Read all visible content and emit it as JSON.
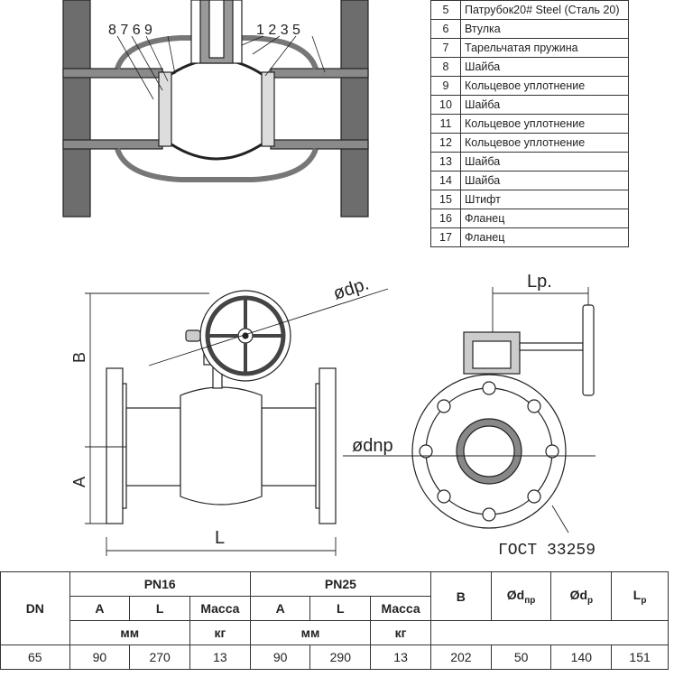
{
  "parts": [
    {
      "no": "5",
      "name": "Патрубок20# Steel (Сталь 20)"
    },
    {
      "no": "6",
      "name": "Втулка"
    },
    {
      "no": "7",
      "name": "Тарельчатая пружина"
    },
    {
      "no": "8",
      "name": "Шайба"
    },
    {
      "no": "9",
      "name": "Кольцевое уплотнение"
    },
    {
      "no": "10",
      "name": "Шайба"
    },
    {
      "no": "11",
      "name": "Кольцевое уплотнение"
    },
    {
      "no": "12",
      "name": "Кольцевое уплотнение"
    },
    {
      "no": "13",
      "name": "Шайба"
    },
    {
      "no": "14",
      "name": "Шайба"
    },
    {
      "no": "15",
      "name": "Штифт"
    },
    {
      "no": "16",
      "name": "Фланец"
    },
    {
      "no": "17",
      "name": "Фланец"
    }
  ],
  "section_callouts": {
    "left": "8 7 6 9",
    "right": "1 2 3 5"
  },
  "drawing_labels": {
    "B": "B",
    "A": "A",
    "L": "L",
    "dp": "ødp.",
    "dnp": "ødnp",
    "Lp": "Lp.",
    "gost": "ГОСТ 33259"
  },
  "spec_table": {
    "dn": "DN",
    "pn16": "PN16",
    "pn25": "PN25",
    "col_A": "A",
    "col_L": "L",
    "col_mass": "Масса",
    "col_B": "B",
    "col_dnp_main": "Ød",
    "col_dnp_sub": "пр",
    "col_dp_main": "Ød",
    "col_dp_sub": "р",
    "col_lp_main": "L",
    "col_lp_sub": "р",
    "unit_mm": "мм",
    "unit_kg": "кг",
    "row": [
      "65",
      "90",
      "270",
      "13",
      "90",
      "290",
      "13",
      "202",
      "50",
      "140",
      "151"
    ]
  }
}
